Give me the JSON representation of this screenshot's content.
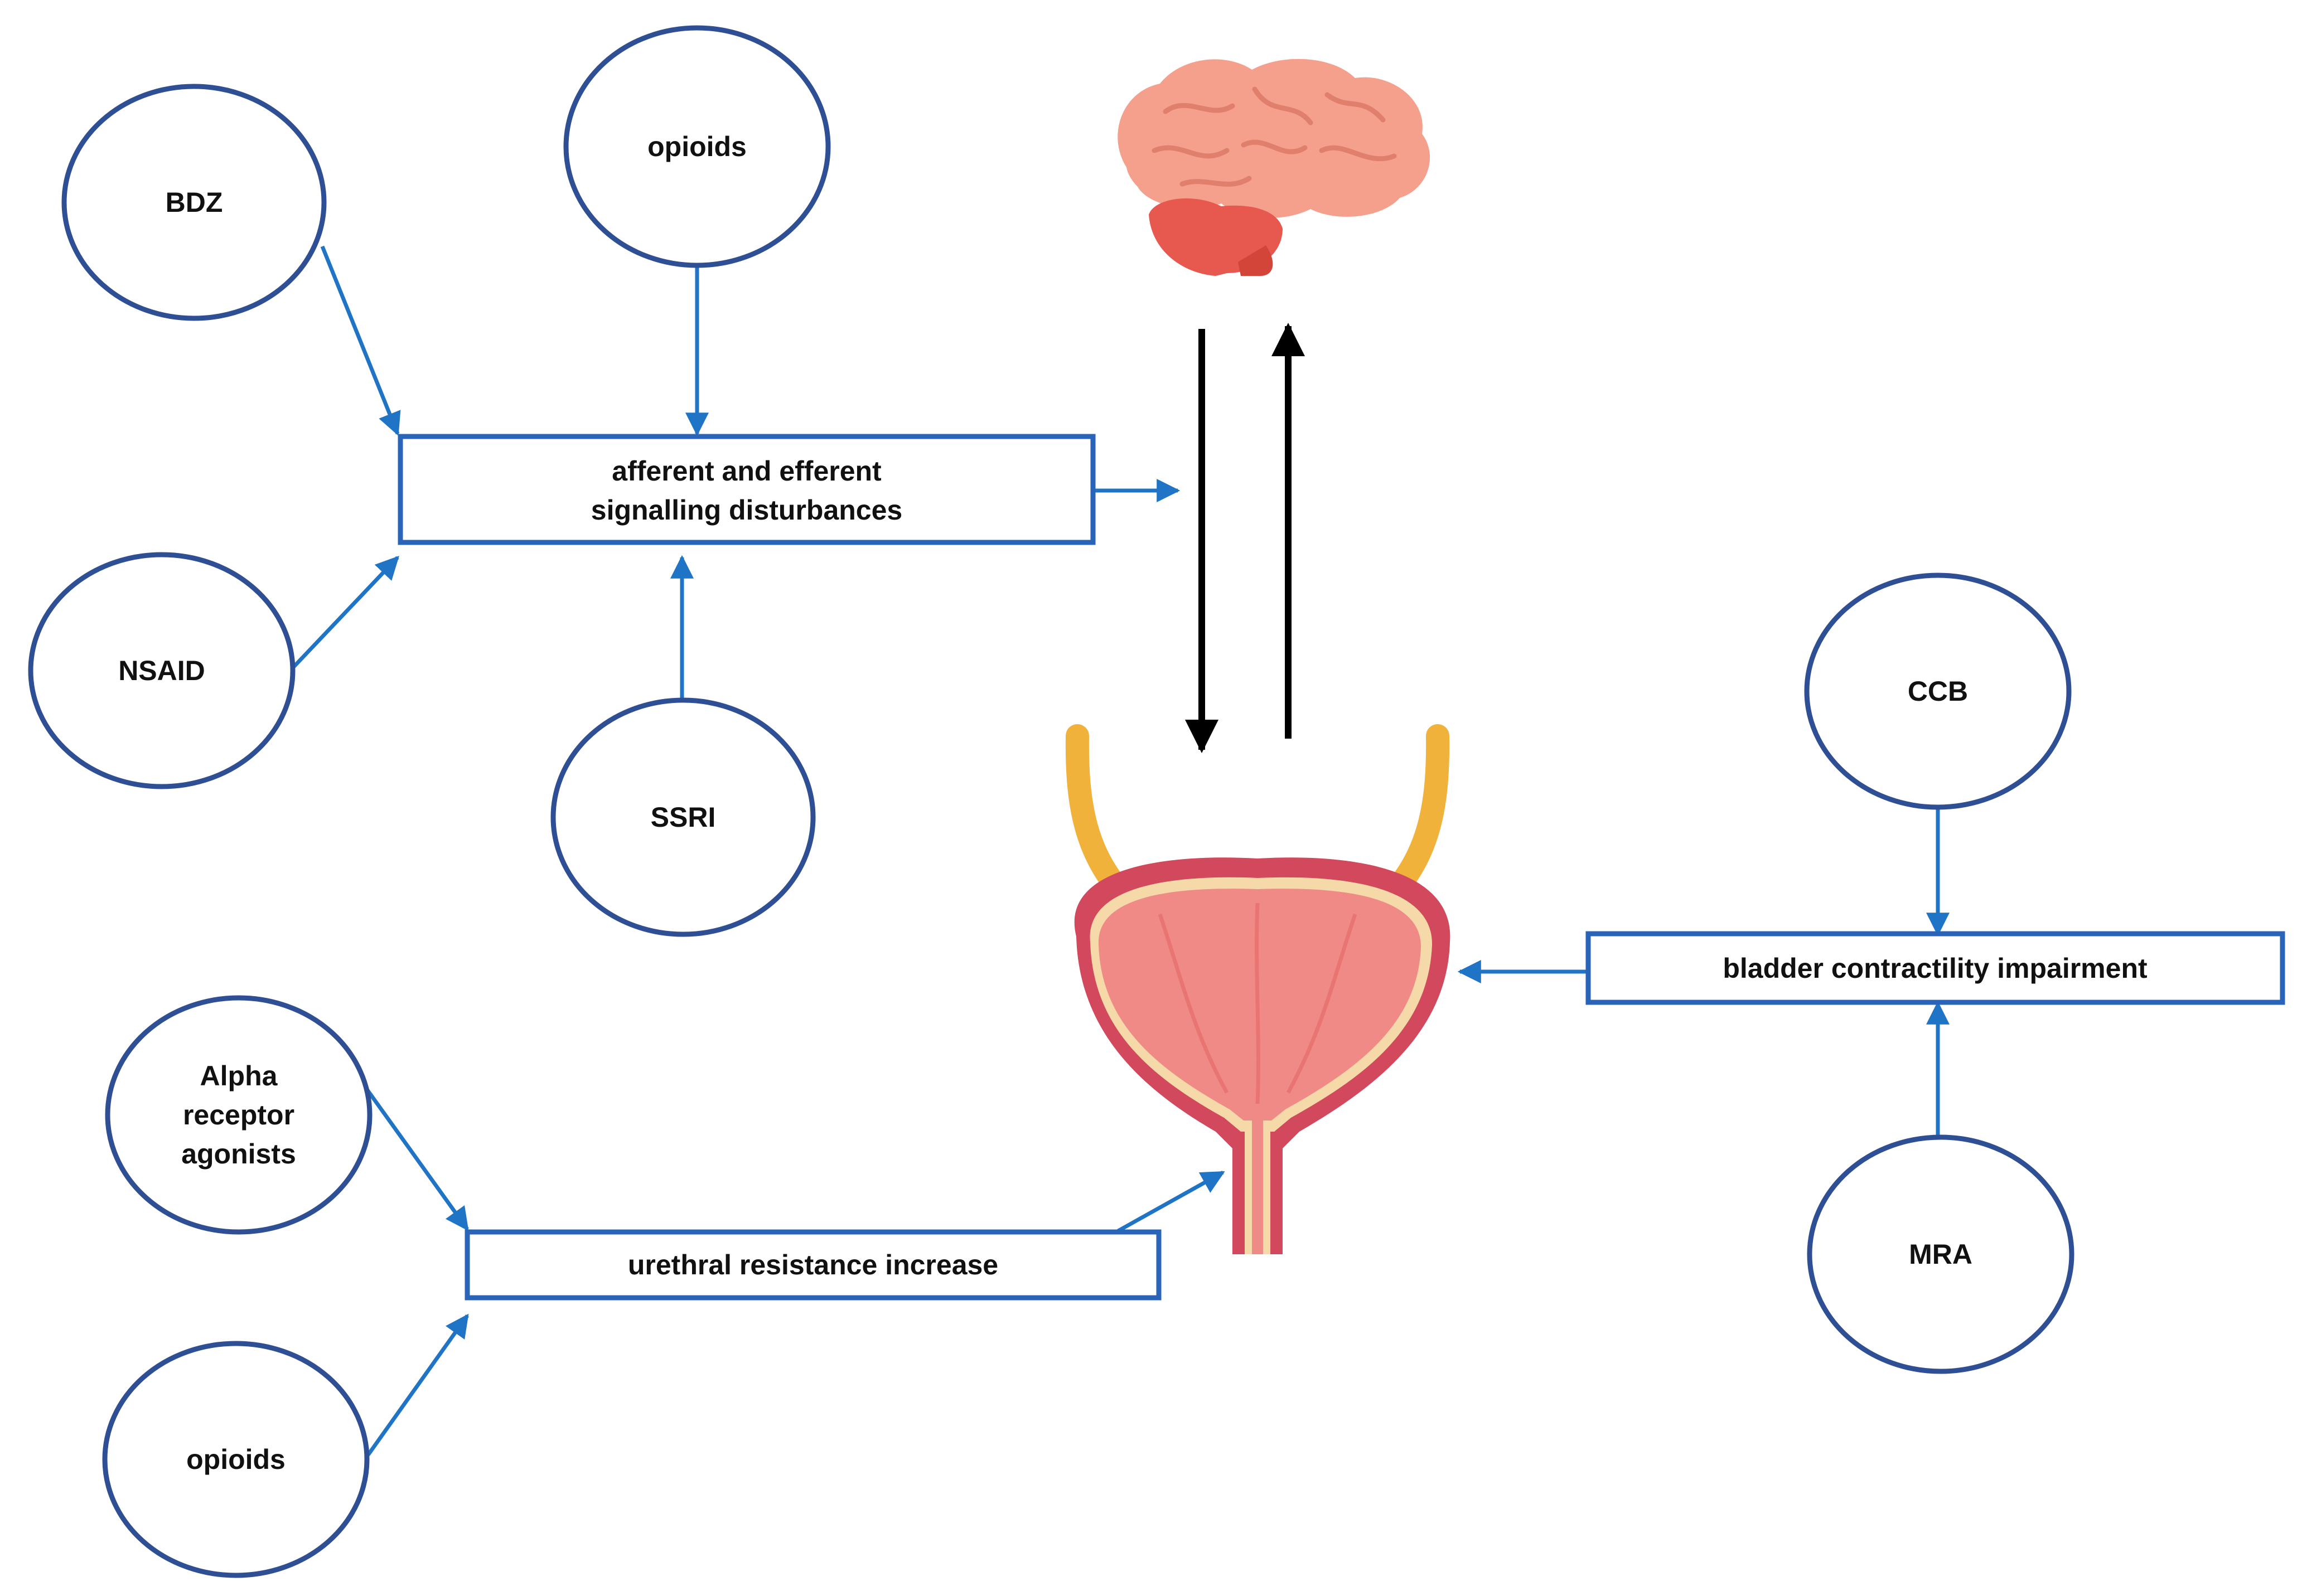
{
  "colors": {
    "outline": "#2f4f94",
    "box_outline": "#2a64b8",
    "arrow": "#1f74c6",
    "neural_arrow": "#000000",
    "brain": "#f5a08c",
    "brain_shadow": "#e8806e",
    "cerebellum": "#e7594f",
    "ureter": "#f0b23a",
    "bladder_wall": "#d2485c",
    "bladder_inner": "#f08a86",
    "bladder_lining": "#f6d9a8"
  },
  "icons": {
    "brain": "brain-icon",
    "bladder": "bladder-icon"
  },
  "nodes": {
    "bdz": "BDZ",
    "opioids_top": "opioids",
    "nsaid": "NSAID",
    "ssri": "SSRI",
    "ccb": "CCB",
    "mra": "MRA",
    "alpha": [
      "Alpha",
      "receptor",
      "agonists"
    ],
    "opioids_bottom": "opioids"
  },
  "boxes": {
    "signalling": [
      "afferent and efferent",
      "signalling disturbances"
    ],
    "contractility": "bladder contractility impairment",
    "urethral": "urethral resistance increase"
  }
}
